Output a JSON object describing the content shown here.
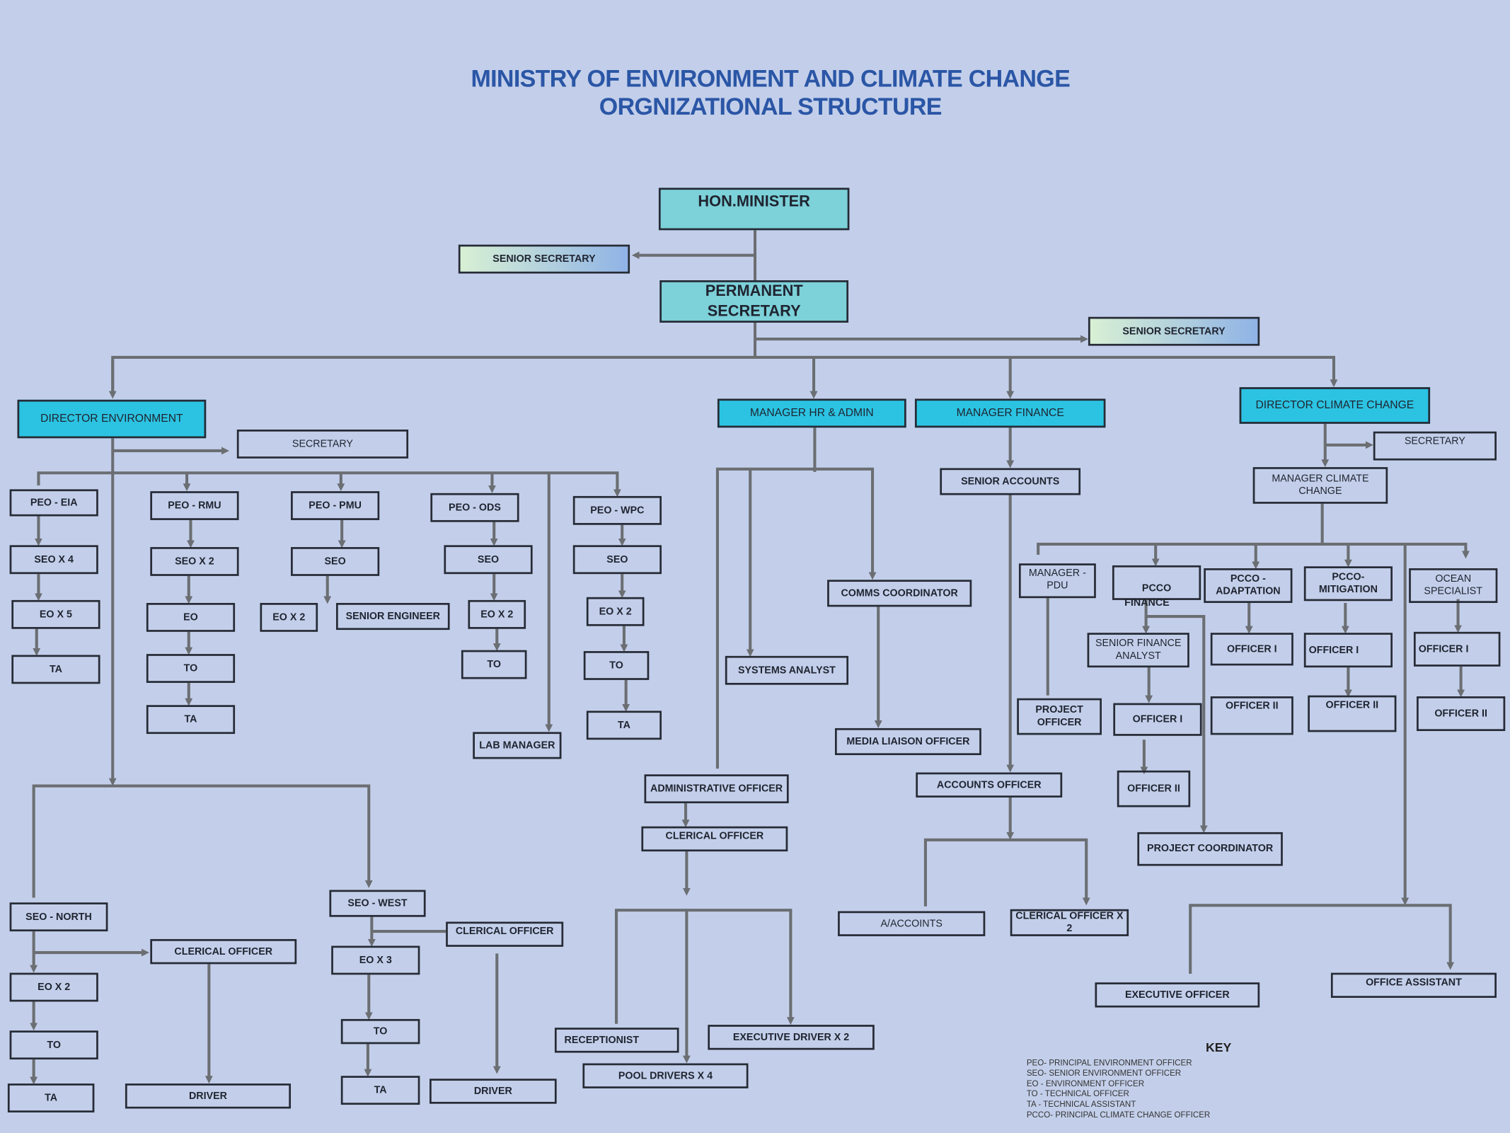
{
  "title": {
    "line1": "MINISTRY OF ENVIRONMENT AND CLIMATE CHANGE",
    "line2": "ORGNIZATIONAL STRUCTURE"
  },
  "colors": {
    "title": "#2b56a6",
    "teal": "#7dd1d9",
    "cyan": "#2cc3e2",
    "background": "#c3cfea",
    "connector": "#6b6e72"
  },
  "top": {
    "minister": "HON.MINISTER",
    "senior_secretary_1": "SENIOR SECRETARY",
    "permanent_secretary": "PERMANENT SECRETARY",
    "senior_secretary_2": "SENIOR SECRETARY"
  },
  "environment": {
    "director": "DIRECTOR ENVIRONMENT",
    "secretary": "SECRETARY",
    "eia": [
      "PEO - EIA",
      "SEO X 4",
      "EO X 5",
      "TA"
    ],
    "rmu": [
      "PEO - RMU",
      "SEO X 2",
      "EO",
      "TO",
      "TA"
    ],
    "pmu": [
      "PEO - PMU",
      "SEO",
      "EO X 2",
      "SENIOR ENGINEER"
    ],
    "ods": [
      "PEO - ODS",
      "SEO",
      "EO X 2",
      "TO"
    ],
    "lab_manager": "LAB MANAGER",
    "wpc": [
      "PEO - WPC",
      "SEO",
      "EO X 2",
      "TO",
      "TA"
    ],
    "north": [
      "SEO - NORTH",
      "CLERICAL OFFICER",
      "EO X 2",
      "TO",
      "TA",
      "DRIVER"
    ],
    "west": [
      "SEO - WEST",
      "CLERICAL OFFICER",
      "EO X 3",
      "TO",
      "TA",
      "DRIVER"
    ]
  },
  "hr": {
    "manager": "MANAGER HR & ADMIN",
    "comms": "COMMS COORDINATOR",
    "systems": "SYSTEMS ANALYST",
    "media": "MEDIA LIAISON OFFICER",
    "admin": "ADMINISTRATIVE OFFICER",
    "clerical": "CLERICAL OFFICER",
    "receptionist": "RECEPTIONIST",
    "exec_driver": "EXECUTIVE DRIVER X 2",
    "pool": "POOL DRIVERS X 4"
  },
  "finance": {
    "manager": "MANAGER FINANCE",
    "senior_accounts": "SENIOR ACCOUNTS",
    "accounts_officer": "ACCOUNTS OFFICER",
    "a_accounts": "A/ACCOINTS",
    "clerical": "CLERICAL OFFICER X 2"
  },
  "climate": {
    "director": "DIRECTOR CLIMATE CHANGE",
    "secretary": "SECRETARY",
    "manager": "MANAGER CLIMATE CHANGE",
    "pdu": "MANAGER - PDU",
    "project_officer": "PROJECT OFFICER",
    "pcco_finance": "PCCO",
    "pcco_finance_2": "FINANCE",
    "sfa": "SENIOR FINANCE ANALYST",
    "fin_officer1": "OFFICER I",
    "fin_officer2": "OFFICER II",
    "project_coordinator": "PROJECT COORDINATOR",
    "adaptation": "PCCO - ADAPTATION",
    "ad_officer1": "OFFICER I",
    "ad_officer2": "OFFICER II",
    "mitigation": "PCCO- MITIGATION",
    "mit_officer1": "OFFICER I",
    "mit_officer2": "OFFICER II",
    "ocean": "OCEAN SPECIALIST",
    "oc_officer1": "OFFICER I",
    "oc_officer2": "OFFICER II",
    "executive_officer": "EXECUTIVE OFFICER",
    "office_assistant": "OFFICE ASSISTANT"
  },
  "key": {
    "title": "KEY",
    "items": [
      "PEO- PRINCIPAL ENVIRONMENT OFFICER",
      "SEO- SENIOR ENVIRONMENT OFFICER",
      "EO - ENVIRONMENT OFFICER",
      "TO - TECHNICAL OFFICER",
      "TA - TECHNICAL ASSISTANT",
      "PCCO- PRINCIPAL CLIMATE CHANGE OFFICER"
    ]
  }
}
